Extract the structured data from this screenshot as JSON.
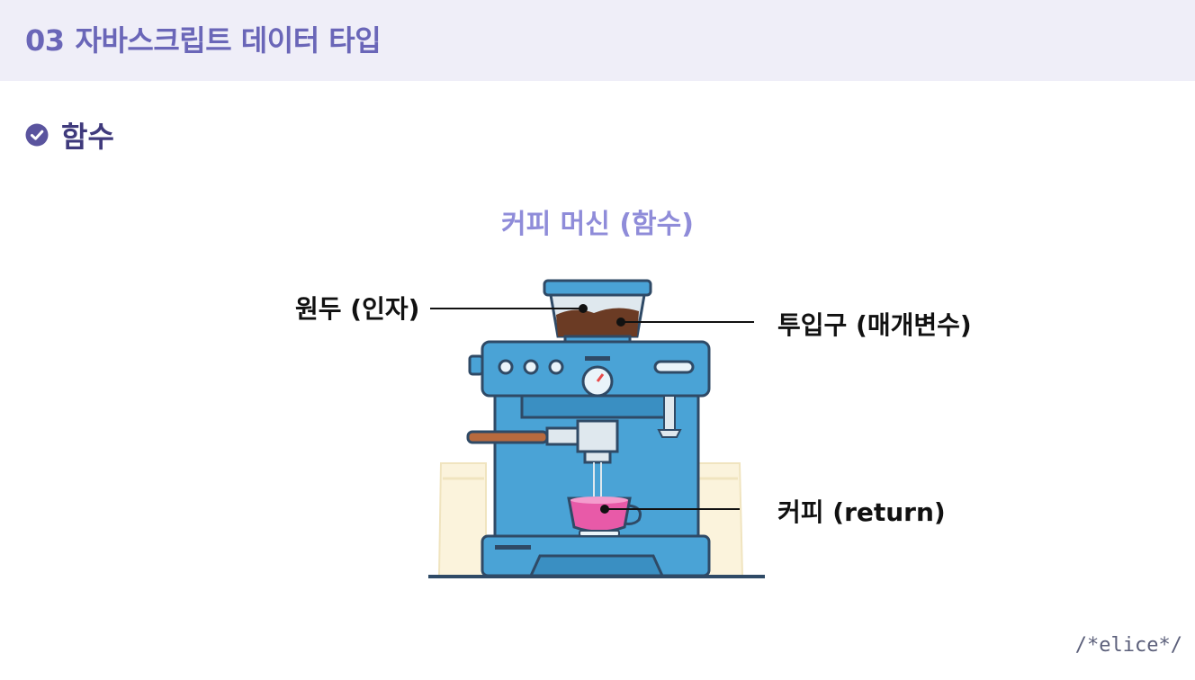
{
  "header": {
    "number": "03",
    "title": "자바스크립트 데이터 타입"
  },
  "section": {
    "title": "함수"
  },
  "diagram": {
    "title": "커피 머신 (함수)",
    "label_beans": "원두 (인자)",
    "label_inlet": "투입구 (매개변수)",
    "label_coffee": "커피 (return)"
  },
  "brand": "/*elice*/",
  "colors": {
    "header_bg": "#efeef8",
    "accent": "#6a66b8",
    "section": "#3f3a7c",
    "diagram_title": "#8f8cd9",
    "machine": "#4aa3d6",
    "cup": "#e85aa8"
  },
  "icons": {
    "section_bullet": "check-circle-icon"
  }
}
